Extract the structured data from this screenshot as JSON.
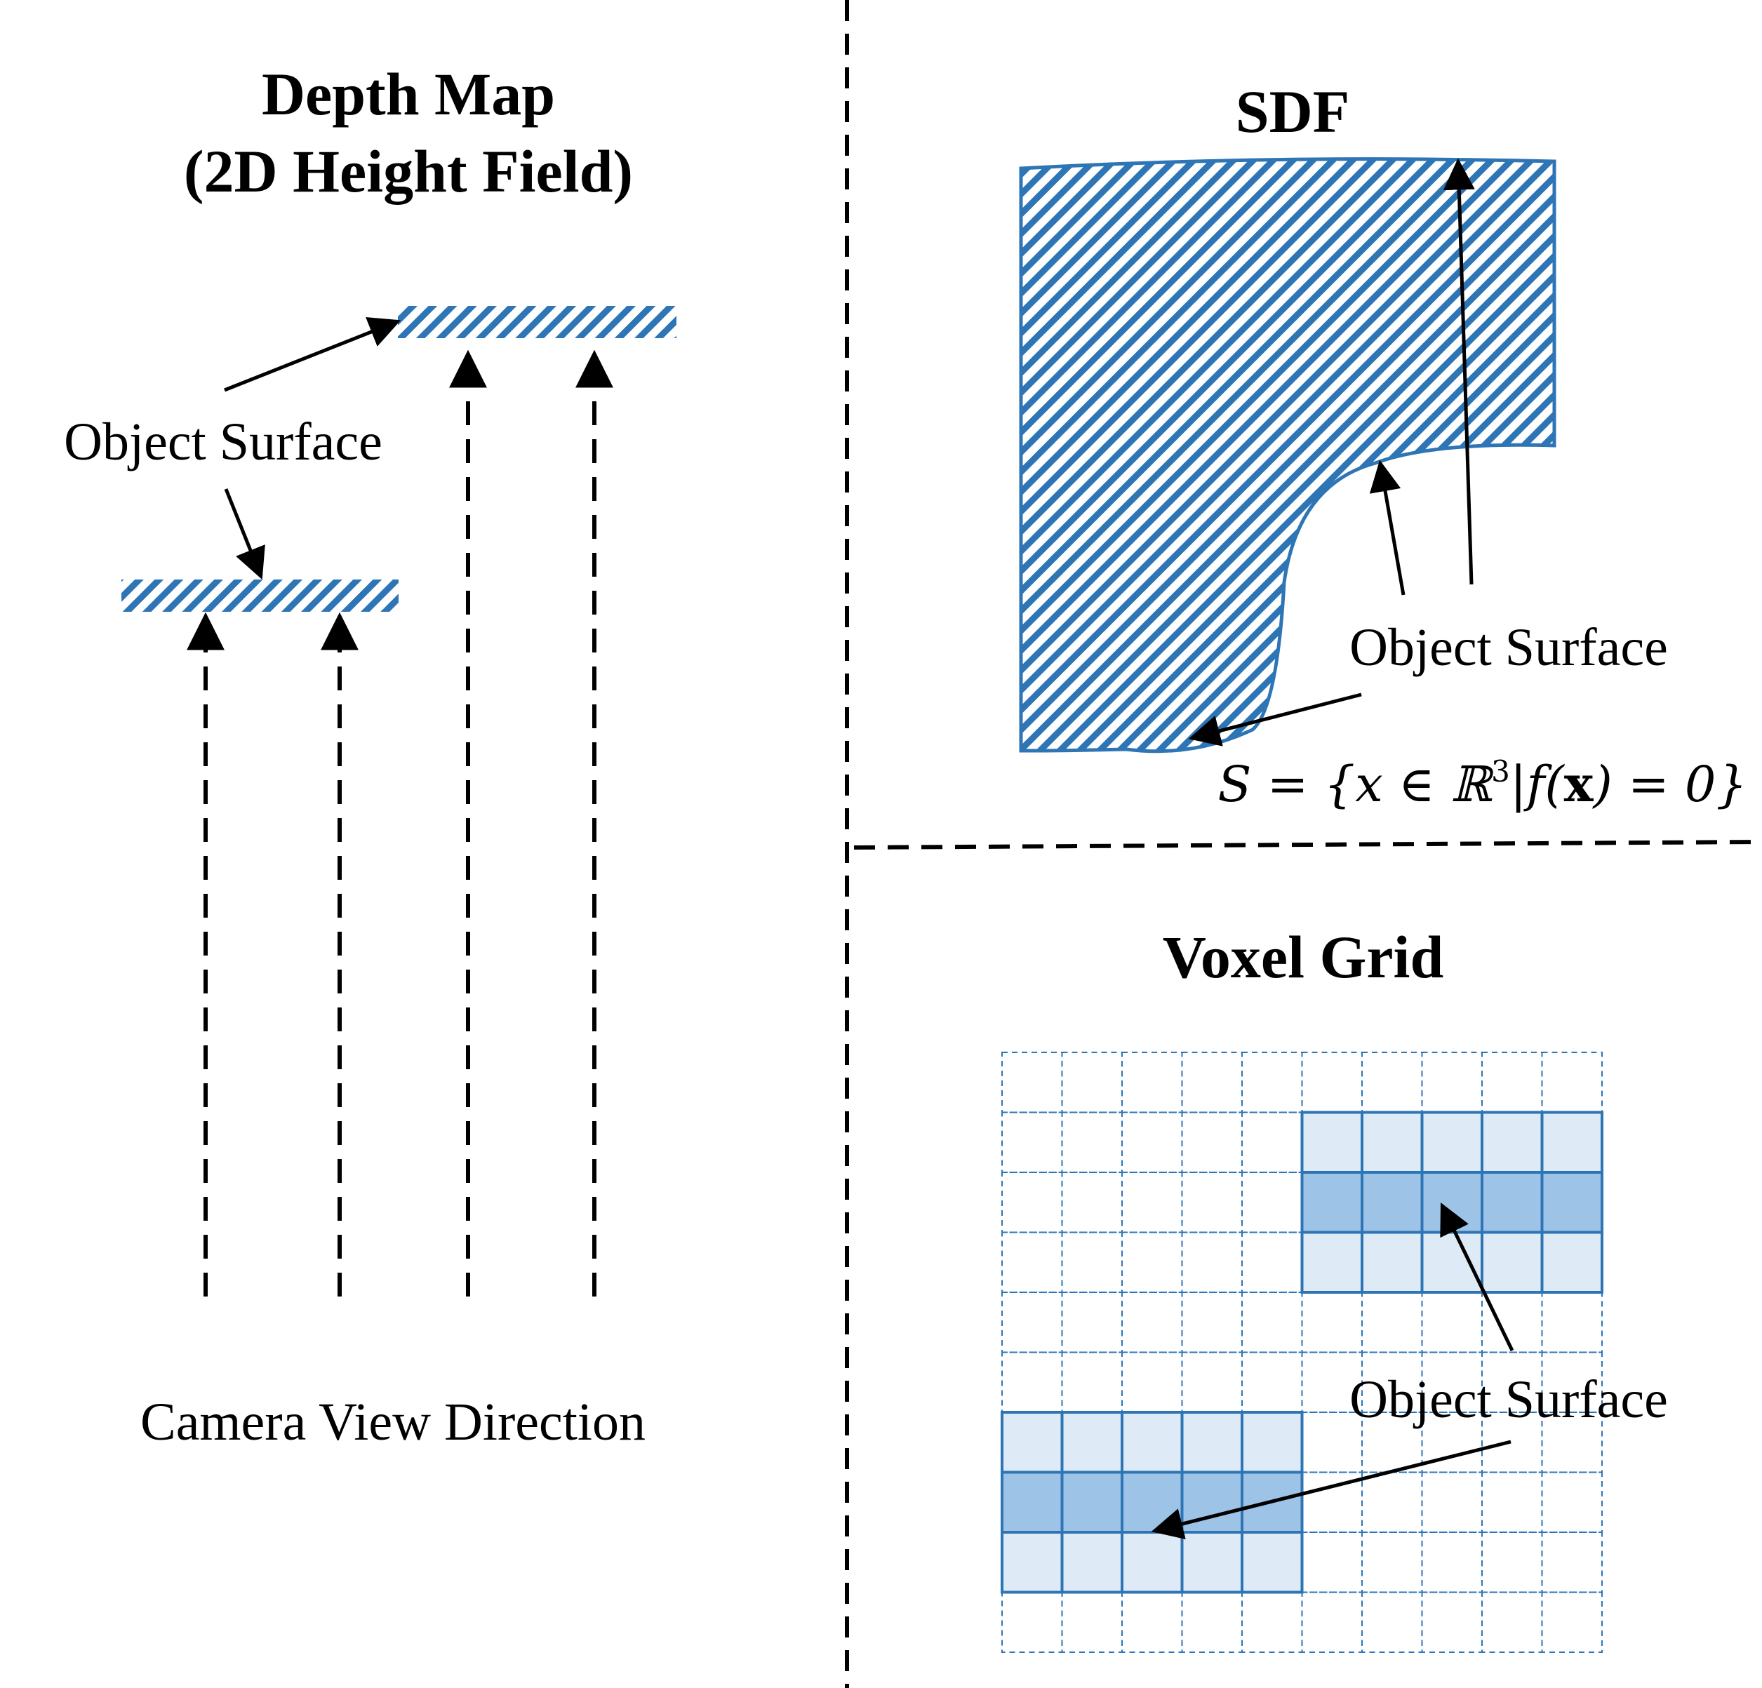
{
  "depth_map": {
    "title_line1": "Depth Map",
    "title_line2": "(2D Height Field)",
    "surface_label": "Object Surface",
    "camera_label": "Camera View Direction"
  },
  "sdf": {
    "title": "SDF",
    "surface_label": "Object Surface",
    "formula": {
      "lhs": "S = {x ∈ ℝ",
      "sup": "3",
      "mid": "|f(",
      "bold_x": "x",
      "rhs": ") = 0}"
    }
  },
  "voxel_grid": {
    "title": "Voxel Grid",
    "surface_label": "Object Surface",
    "rows": 10,
    "cols": 10,
    "blocks": [
      {
        "rows": [
          1,
          2,
          3
        ],
        "cols": [
          5,
          6,
          7,
          8,
          9
        ],
        "surface_row": 2
      },
      {
        "rows": [
          6,
          7,
          8
        ],
        "cols": [
          0,
          1,
          2,
          3,
          4
        ],
        "surface_row": 7
      }
    ]
  },
  "colors": {
    "accent": "#2E75B6",
    "voxel_light": "#DEEAF6",
    "voxel_dark": "#9DC3E6",
    "divider": "#000000"
  }
}
